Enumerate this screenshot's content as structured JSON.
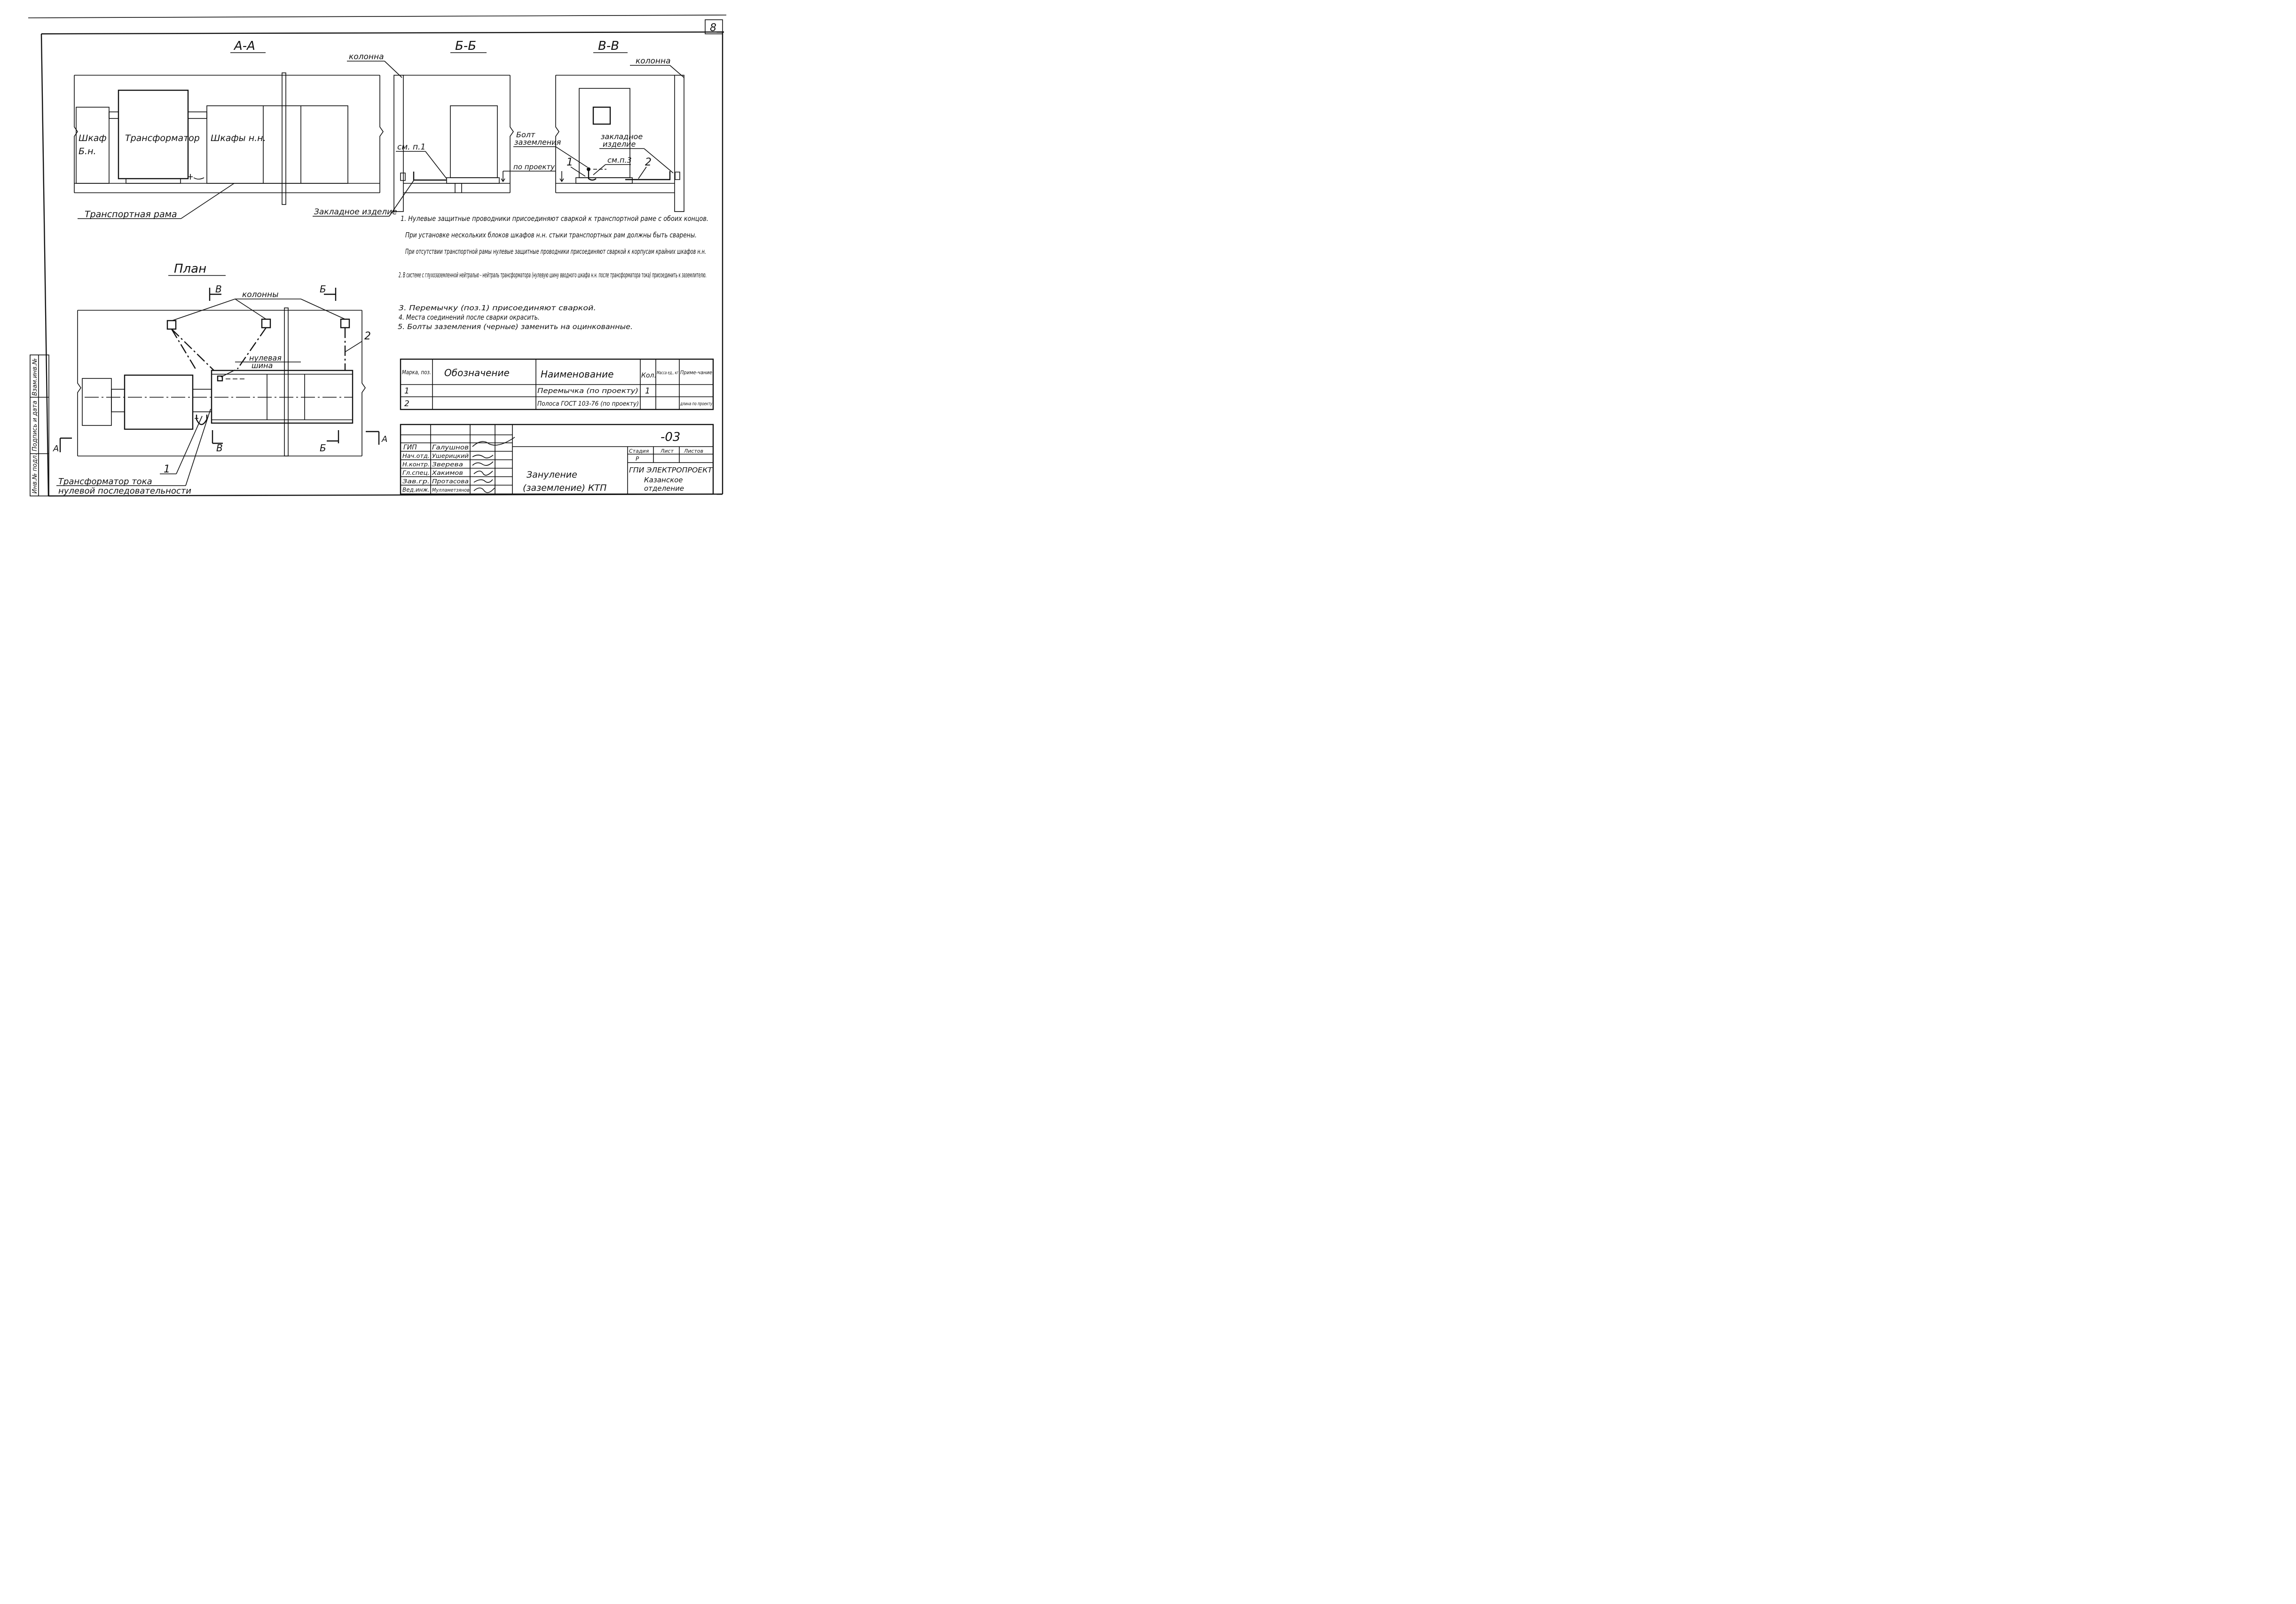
{
  "sheet": {
    "number": "8"
  },
  "sections": {
    "a": {
      "title": "А-А",
      "labels": [
        "Шкаф",
        "Б.н.",
        "Трансформатор",
        "Шкафы н.н.",
        "Транспортная рама"
      ]
    },
    "b": {
      "title": "Б-Б",
      "labels": [
        "колонна",
        "см. п.1",
        "Закладное изделие"
      ]
    },
    "v": {
      "title": "В-В",
      "labels": [
        "колонна",
        "Болт",
        "заземления",
        "по проекту",
        "заклaдное",
        "изделие",
        "1",
        "см.п.3",
        "2"
      ]
    }
  },
  "plan": {
    "title": "План",
    "labels": [
      "колонны",
      "нулевая",
      "шина",
      "В",
      "Б",
      "2",
      "1",
      "А",
      "Трансформатор тока",
      "нулевой последовательности"
    ]
  },
  "notes": [
    "1. Нулевые защитные проводники присоединяют сваркой к транспортной раме с обоих концов.",
    "При установке нескольких блоков шкафов н.н. стыки транспортных рам должны быть сварены.",
    "При отсутствии транспортной рамы нулевые защитные проводники присоединяют сваркой к корпусам крайних шкафов н.н.",
    "2. В системе с глухозаземленной нейтралью - нейтраль трансформатора (нулевую шину вводного шкафа н.н. после трансформатора тока) присоединить к заземлителю.",
    "3. Перемычку (поз.1) присоединяют сваркой.",
    "4. Места соединений после сварки окрасить.",
    "5. Болты заземления (черные) заменить на оцинкованные."
  ],
  "spec_table": {
    "headers": [
      "Марка, поз.",
      "Обозначение",
      "Наименование",
      "Кол.",
      "Масса ед., кг",
      "Приме-чание"
    ],
    "rows": [
      [
        "1",
        "",
        "Перемычка (по проекту)",
        "1",
        "",
        ""
      ],
      [
        "2",
        "",
        "Полоса ГОСТ 103-76 (по проекту)",
        "",
        "",
        "длина по проекту"
      ]
    ]
  },
  "title_block": {
    "code": "-03",
    "roles": [
      "ГИП",
      "Нач.отд.",
      "Н.контр.",
      "Гл.спец.",
      "Зав.гр.",
      "Вед.инж."
    ],
    "names": [
      "Галушнов",
      "Ушерицкий",
      "Зверева",
      "Хакимов",
      "Протасова",
      "Мулламетзянов"
    ],
    "title": [
      "Зануление",
      "(заземление)  КТП"
    ],
    "stage_headers": [
      "Стадия",
      "Лист",
      "Листов"
    ],
    "stage": "Р",
    "org": [
      "ГПИ ЭЛЕКТРОПРОЕКТ",
      "Казанское",
      "отделение"
    ]
  },
  "side_stamp": [
    "Инв.№ подл.",
    "Подпись и дата",
    "Взам.инв.№"
  ]
}
